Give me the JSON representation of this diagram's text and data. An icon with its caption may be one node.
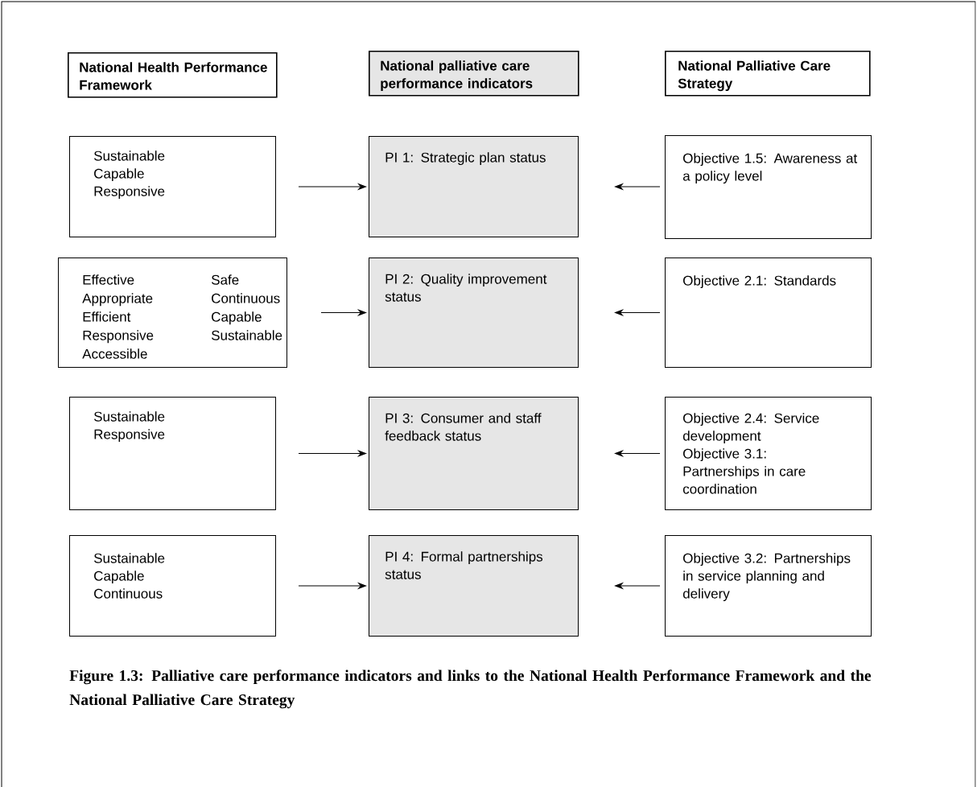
{
  "diagram": {
    "caption": "Figure 1.3: Palliative care performance indicators and links to the National Health Performance Framework and the National Palliative Care Strategy",
    "nodes": [
      {
        "text": [
          "National Health Performance Framework"
        ]
      },
      {
        "text": [
          "National palliative care performance indicators"
        ]
      },
      {
        "text": [
          "National Palliative Care Strategy"
        ]
      },
      {
        "text": [
          "Sustainable",
          "Capable",
          "Responsive"
        ]
      },
      {
        "text": [
          "PI 1: Strategic plan status"
        ]
      },
      {
        "text": [
          "Objective 1.5: Awareness at a policy level"
        ]
      },
      {
        "text": [
          "Effective",
          "Safe",
          "Appropriate",
          "Continuous",
          "Efficient",
          "Capable",
          "Responsive",
          "Sustainable",
          "Accessible"
        ]
      },
      {
        "text": [
          "PI 2: Quality improvement status"
        ]
      },
      {
        "text": [
          "Objective 2.1: Standards"
        ]
      },
      {
        "text": [
          "Sustainable",
          "Responsive"
        ]
      },
      {
        "text": [
          "PI 3: Consumer and staff feedback status"
        ]
      },
      {
        "text": [
          "Objective 2.4: Service development",
          "Objective 3.1: Partnerships in care coordination"
        ]
      },
      {
        "text": [
          "Sustainable",
          "Capable",
          "Continuous"
        ]
      },
      {
        "text": [
          "PI 4: Formal partnerships status"
        ]
      },
      {
        "text": [
          "Objective 3.2: Partnerships in service planning and delivery"
        ]
      }
    ],
    "edges": [
      {
        "from": 3,
        "to": 4,
        "arrow": "to"
      },
      {
        "from": 5,
        "to": 4,
        "arrow": "to"
      },
      {
        "from": 6,
        "to": 7,
        "arrow": "to"
      },
      {
        "from": 8,
        "to": 7,
        "arrow": "to"
      },
      {
        "from": 9,
        "to": 10,
        "arrow": "to"
      },
      {
        "from": 11,
        "to": 10,
        "arrow": "to"
      },
      {
        "from": 12,
        "to": 13,
        "arrow": "to"
      },
      {
        "from": 14,
        "to": 13,
        "arrow": "to"
      }
    ]
  }
}
